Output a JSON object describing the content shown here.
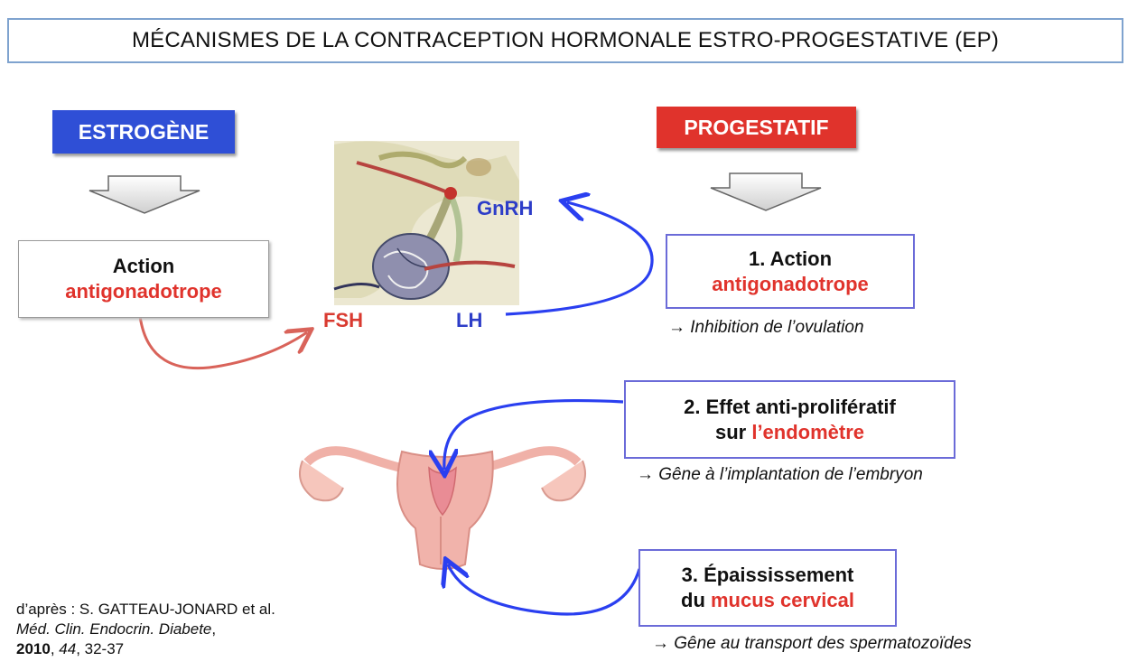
{
  "title": "MÉCANISMES DE LA CONTRACEPTION HORMONALE ESTRO-PROGESTATIVE (EP)",
  "estrogen": {
    "tag": "ESTROGÈNE",
    "action_line1": "Action",
    "action_line2": "antigonadotrope"
  },
  "progestin": {
    "tag": "PROGESTATIF",
    "effect1_line1": "1. Action",
    "effect1_line2": "antigonadotrope",
    "effect1_note": "→ Inhibition de l’ovulation",
    "effect2_line1": "2. Effet anti-prolifératif",
    "effect2_line2_prefix": "sur ",
    "effect2_line2_red": "l’endomètre",
    "effect2_note": "→ Gêne à l’implantation de l’embryon",
    "effect3_line1": "3. Épaississement",
    "effect3_line2_prefix": "du ",
    "effect3_line2_red": "mucus cervical",
    "effect3_note": "→ Gêne au transport des spermatozoïdes"
  },
  "hormones": {
    "gnrh": "GnRH",
    "fsh": "FSH",
    "lh": "LH"
  },
  "reference": {
    "line1": "d’après : S. GATTEAU-JONARD et al.",
    "line2": "Méd. Clin. Endocrin. Diabete",
    "line2_suffix": ",",
    "line3_year": "2010",
    "line3_volume": "44",
    "line3_pages": ", 32-37"
  },
  "colors": {
    "estrogen_blue": "#2f4fd6",
    "progestin_red": "#e0332c",
    "arrow_blue": "#2a3ff0",
    "arrow_red": "#d9635a",
    "box_border_blue": "#6b6bd8"
  }
}
